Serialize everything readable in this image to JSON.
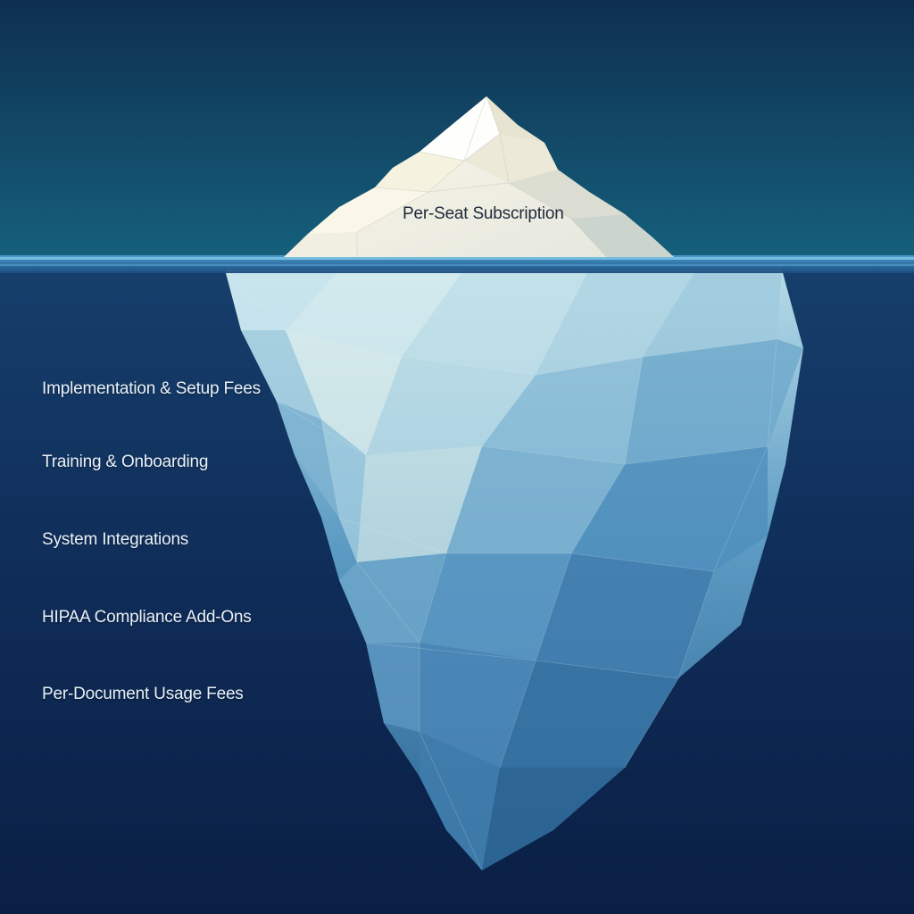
{
  "colors": {
    "sky_top": "#0e3050",
    "sky_bottom": "#145a78",
    "ocean_top": "#143f6e",
    "ocean_bottom": "#0a1f45",
    "waterline": "#3f8fc2",
    "ice_tip": "#f3efdc",
    "ice_submerged_light": "#a9d2e2",
    "ice_submerged_dark": "#2f6a97",
    "tip_label_color": "#1e2a3a",
    "hidden_label_color": "#e9f1f8"
  },
  "iceberg": {
    "tip": {
      "label": "Per-Seat Subscription"
    },
    "hidden_costs": [
      {
        "label": "Implementation & Setup Fees"
      },
      {
        "label": "Training & Onboarding"
      },
      {
        "label": "System Integrations"
      },
      {
        "label": "HIPAA Compliance Add-Ons"
      },
      {
        "label": "Per-Document Usage Fees"
      }
    ]
  }
}
